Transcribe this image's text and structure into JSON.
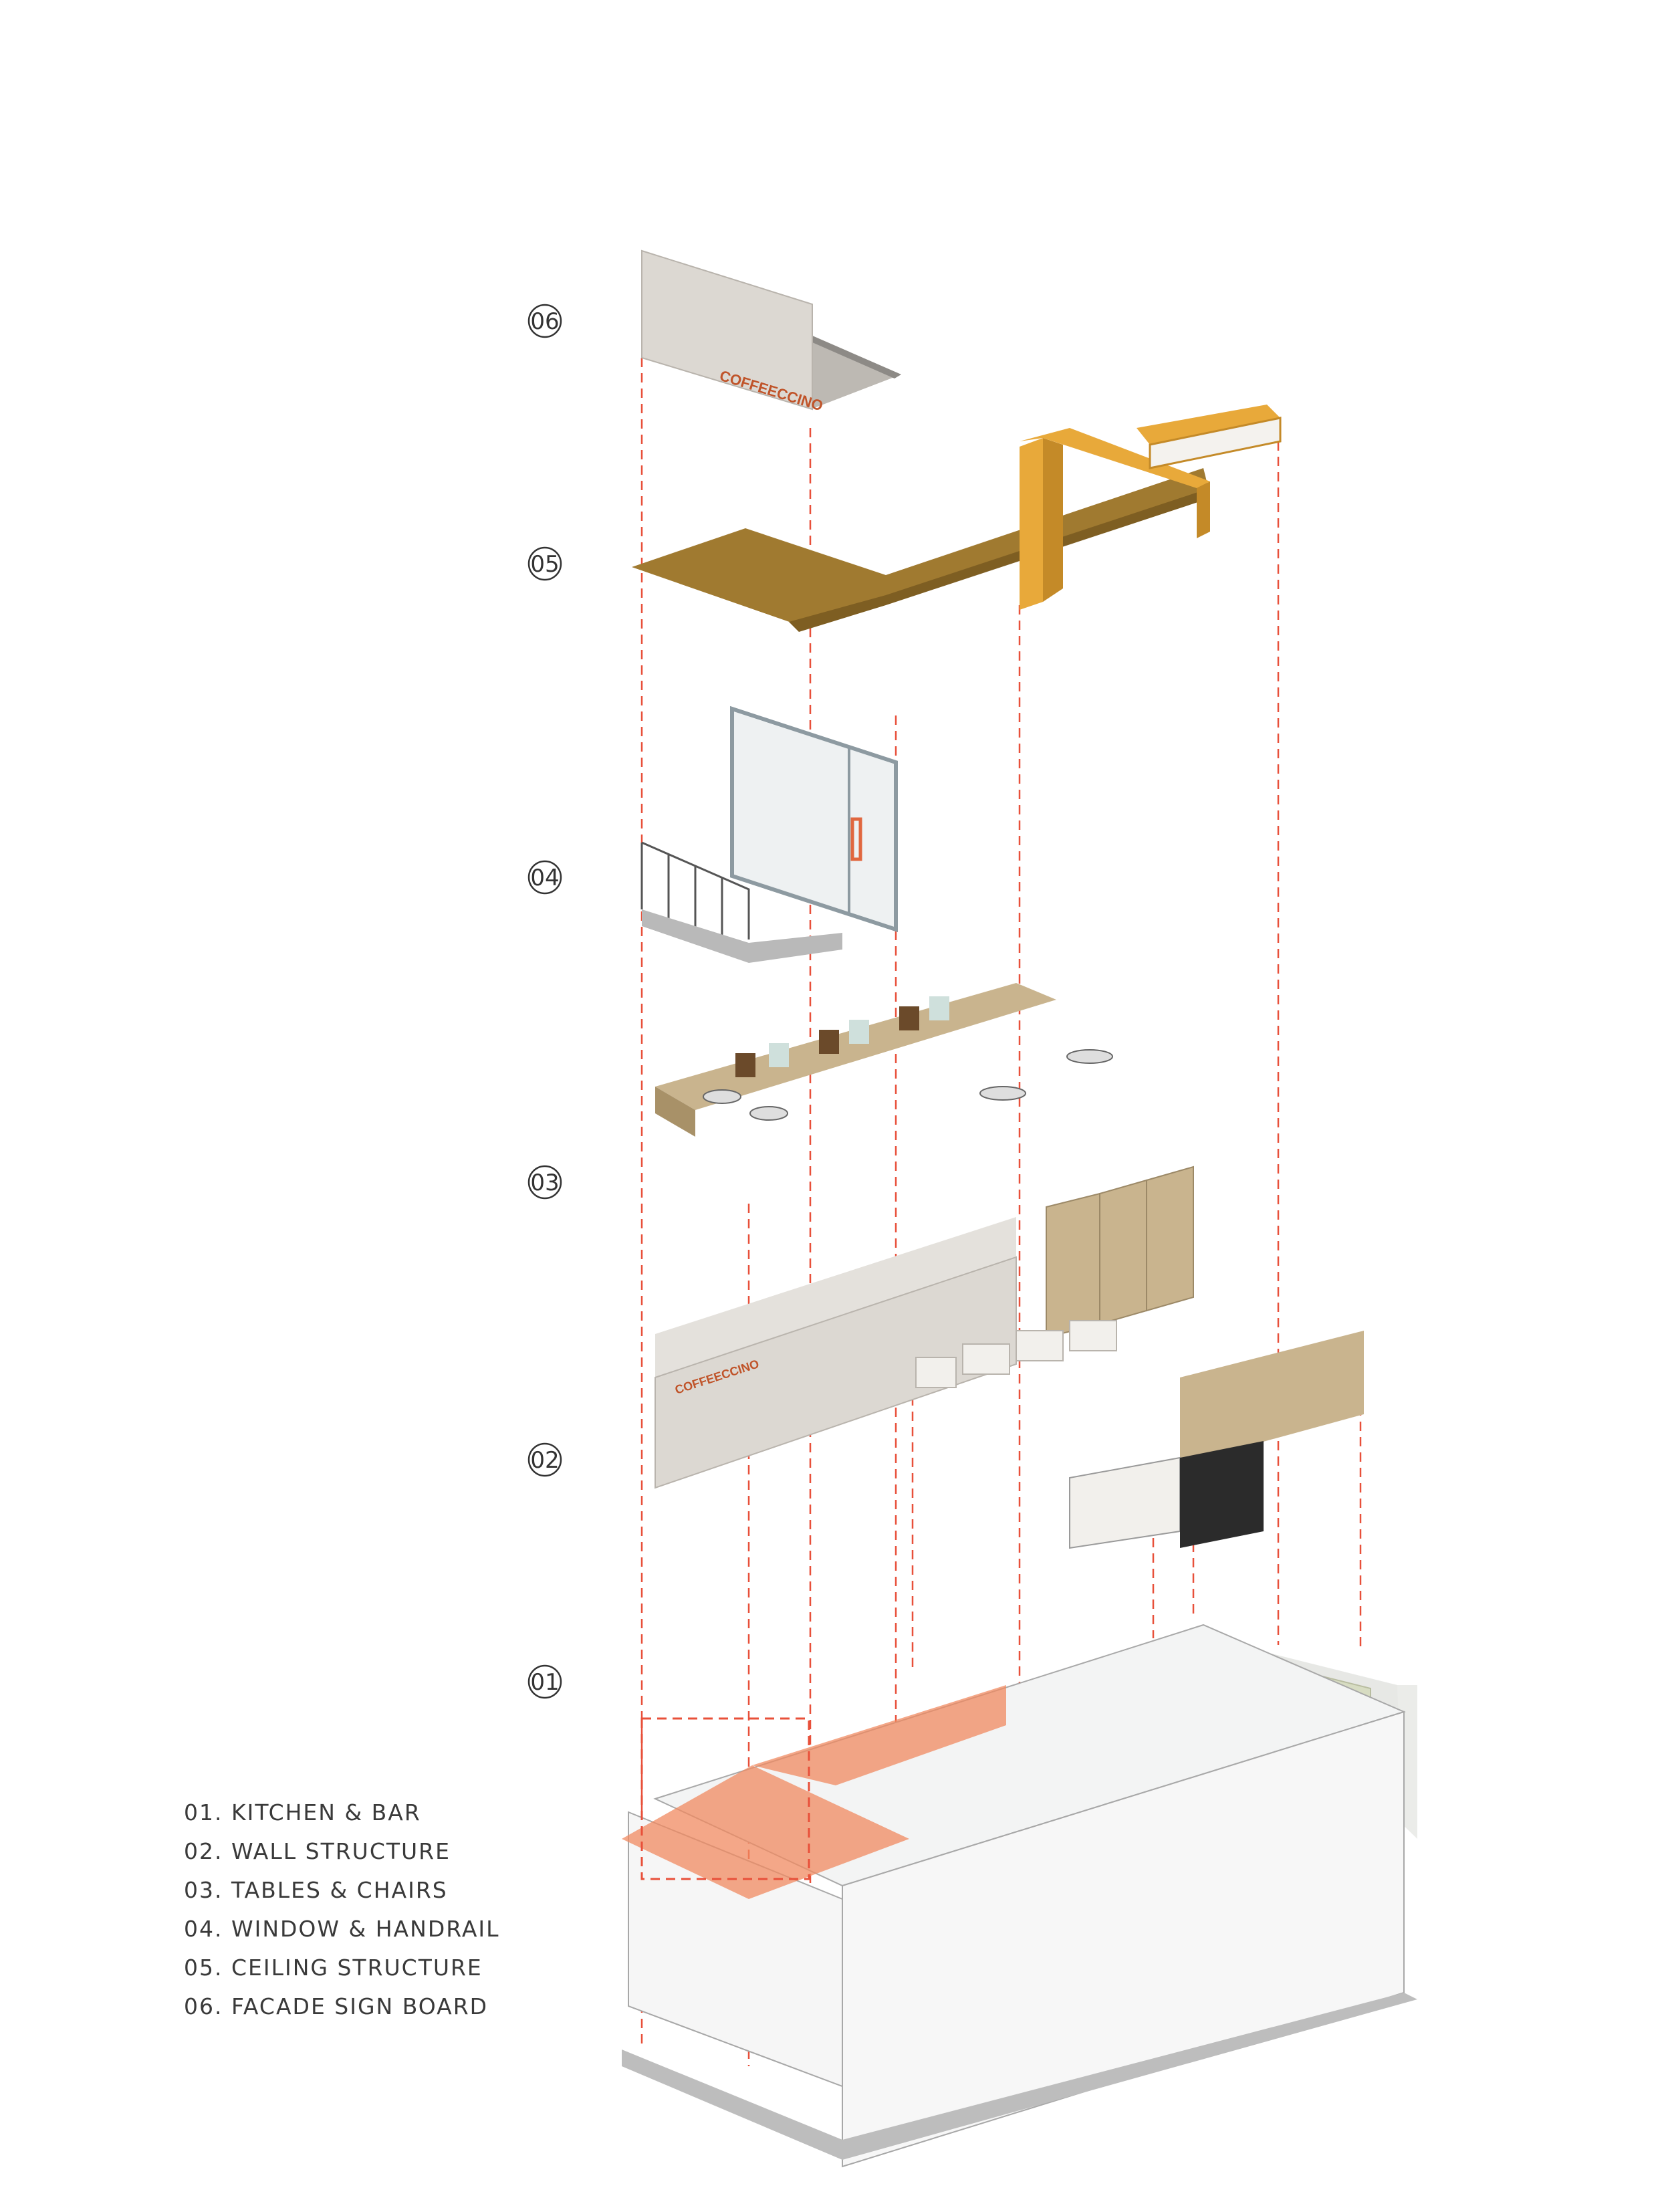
{
  "layer_tags": [
    "06",
    "05",
    "04",
    "03",
    "02",
    "01"
  ],
  "brand_text": "COFFEECCINO",
  "legend": [
    "01. KITCHEN & BAR",
    "02. WALL STRUCTURE",
    "03. TABLES & CHAIRS",
    "04. WINDOW & HANDRAIL",
    "05. CEILING STRUCTURE",
    "06. FACADE SIGN BOARD"
  ],
  "colors": {
    "guide_line": "#e8503a",
    "ceiling_dark": "#a07a30",
    "ceiling_light": "#e8a93a",
    "wood": "#c9b48e",
    "wall": "#dcd8d2",
    "glass": "#eef1f2",
    "footprint": "#f08a60",
    "kitchen_floor": "#d7dcc2"
  }
}
